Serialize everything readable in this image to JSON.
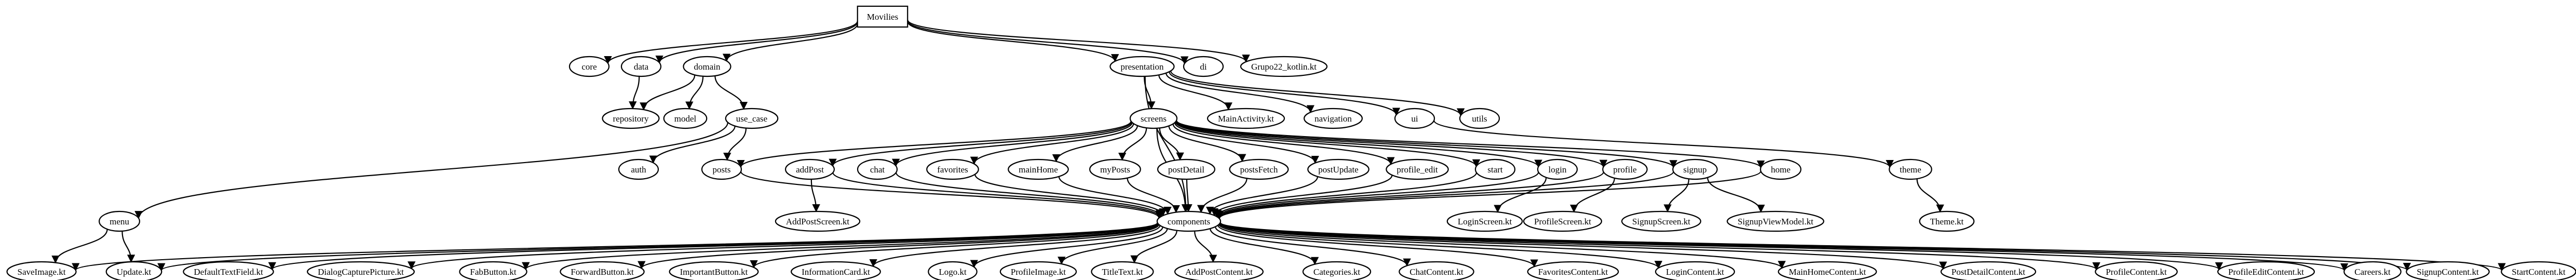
{
  "graph": {
    "nodes": {
      "root": "Movilies",
      "core": "core",
      "data": "data",
      "domain": "domain",
      "presentation": "presentation",
      "di": "di",
      "grupo": "Grupo22_kotlin.kt",
      "repository": "repository",
      "model": "model",
      "use_case": "use_case",
      "auth": "auth",
      "posts": "posts",
      "menu": "menu",
      "screens": "screens",
      "mainactivity": "MainActivity.kt",
      "navigation": "navigation",
      "ui": "ui",
      "utils": "utils",
      "addpost": "addPost",
      "chat": "chat",
      "favorites": "favorites",
      "mainhome": "mainHome",
      "myposts": "myPosts",
      "postdetail": "postDetail",
      "postsfetch": "postsFetch",
      "postupdate": "postUpdate",
      "profile_edit": "profile_edit",
      "start": "start",
      "login": "login",
      "profile": "profile",
      "signup": "signup",
      "home": "home",
      "theme": "theme",
      "addpostscreen": "AddPostScreen.kt",
      "loginscreen": "LoginScreen.kt",
      "profilescreen": "ProfileScreen.kt",
      "signupscreen": "SignupScreen.kt",
      "signupviewmodel": "SignupViewModel.kt",
      "themekt": "Theme.kt",
      "components": "components",
      "saveimage": "SaveImage.kt",
      "update": "Update.kt",
      "defaulttextfield": "DefaultTextField.kt",
      "dialogcapture": "DialogCapturePicture.kt",
      "fabbutton": "FabButton.kt",
      "forwardbutton": "ForwardButton.kt",
      "importantbutton": "ImportantButton.kt",
      "informationcard": "InformationCard.kt",
      "logo": "Logo.kt",
      "profileimage": "ProfileImage.kt",
      "titletext": "TitleText.kt",
      "addpostcontent": "AddPostContent.kt",
      "categories": "Categories.kt",
      "chatcontent": "ChatContent.kt",
      "favoritescontent": "FavoritesContent.kt",
      "logincontent": "LoginContent.kt",
      "mainhomecontent": "MainHomeContent.kt",
      "postdetailcontent": "PostDetailContent.kt",
      "profilecontent": "ProfileContent.kt",
      "profileeditcontent": "ProfileEditContent.kt",
      "careers": "Careers.kt",
      "signupcontent": "SignupContent.kt",
      "startcontent": "StartContent.kt"
    },
    "edges": [
      [
        "root",
        "core"
      ],
      [
        "root",
        "data"
      ],
      [
        "root",
        "domain"
      ],
      [
        "root",
        "presentation"
      ],
      [
        "root",
        "di"
      ],
      [
        "root",
        "grupo"
      ],
      [
        "data",
        "repository"
      ],
      [
        "domain",
        "repository"
      ],
      [
        "domain",
        "model"
      ],
      [
        "domain",
        "use_case"
      ],
      [
        "use_case",
        "auth"
      ],
      [
        "use_case",
        "posts"
      ],
      [
        "use_case",
        "menu"
      ],
      [
        "presentation",
        "screens"
      ],
      [
        "presentation",
        "mainactivity"
      ],
      [
        "presentation",
        "navigation"
      ],
      [
        "presentation",
        "ui"
      ],
      [
        "presentation",
        "utils"
      ],
      [
        "presentation",
        "components"
      ],
      [
        "ui",
        "theme"
      ],
      [
        "theme",
        "themekt"
      ],
      [
        "screens",
        "posts"
      ],
      [
        "screens",
        "addpost"
      ],
      [
        "screens",
        "chat"
      ],
      [
        "screens",
        "favorites"
      ],
      [
        "screens",
        "mainhome"
      ],
      [
        "screens",
        "myposts"
      ],
      [
        "screens",
        "postdetail"
      ],
      [
        "screens",
        "postsfetch"
      ],
      [
        "screens",
        "postupdate"
      ],
      [
        "screens",
        "profile_edit"
      ],
      [
        "screens",
        "start"
      ],
      [
        "screens",
        "login"
      ],
      [
        "screens",
        "profile"
      ],
      [
        "screens",
        "signup"
      ],
      [
        "screens",
        "home"
      ],
      [
        "screens",
        "components"
      ],
      [
        "addpost",
        "addpostscreen"
      ],
      [
        "login",
        "loginscreen"
      ],
      [
        "profile",
        "profilescreen"
      ],
      [
        "signup",
        "signupscreen"
      ],
      [
        "signup",
        "signupviewmodel"
      ],
      [
        "posts",
        "components"
      ],
      [
        "addpost",
        "components"
      ],
      [
        "chat",
        "components"
      ],
      [
        "favorites",
        "components"
      ],
      [
        "mainhome",
        "components"
      ],
      [
        "myposts",
        "components"
      ],
      [
        "postdetail",
        "components"
      ],
      [
        "postsfetch",
        "components"
      ],
      [
        "postupdate",
        "components"
      ],
      [
        "profile_edit",
        "components"
      ],
      [
        "start",
        "components"
      ],
      [
        "login",
        "components"
      ],
      [
        "profile",
        "components"
      ],
      [
        "signup",
        "components"
      ],
      [
        "home",
        "components"
      ],
      [
        "menu",
        "saveimage"
      ],
      [
        "menu",
        "update"
      ],
      [
        "components",
        "saveimage"
      ],
      [
        "components",
        "update"
      ],
      [
        "components",
        "defaulttextfield"
      ],
      [
        "components",
        "dialogcapture"
      ],
      [
        "components",
        "fabbutton"
      ],
      [
        "components",
        "forwardbutton"
      ],
      [
        "components",
        "importantbutton"
      ],
      [
        "components",
        "informationcard"
      ],
      [
        "components",
        "logo"
      ],
      [
        "components",
        "profileimage"
      ],
      [
        "components",
        "titletext"
      ],
      [
        "components",
        "addpostcontent"
      ],
      [
        "components",
        "categories"
      ],
      [
        "components",
        "chatcontent"
      ],
      [
        "components",
        "favoritescontent"
      ],
      [
        "components",
        "logincontent"
      ],
      [
        "components",
        "mainhomecontent"
      ],
      [
        "components",
        "postdetailcontent"
      ],
      [
        "components",
        "profilecontent"
      ],
      [
        "components",
        "profileeditcontent"
      ],
      [
        "components",
        "careers"
      ],
      [
        "components",
        "signupcontent"
      ],
      [
        "components",
        "startcontent"
      ]
    ]
  }
}
